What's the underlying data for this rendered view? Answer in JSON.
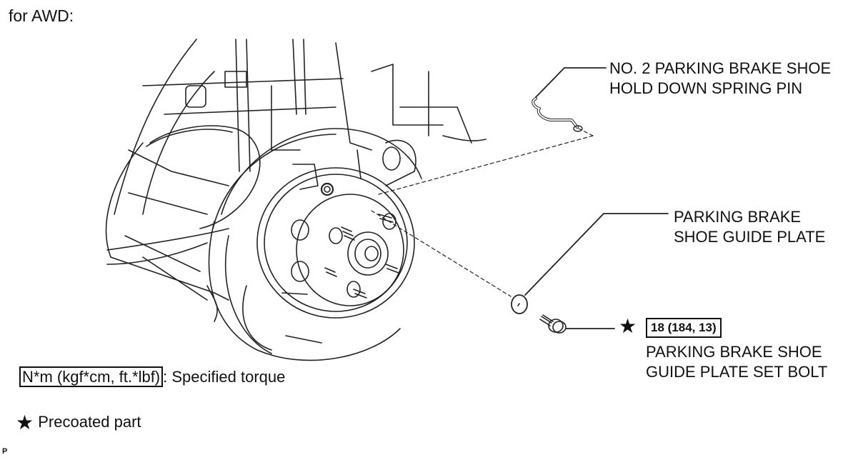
{
  "title": "for AWD:",
  "callouts": {
    "hold_down_pin": {
      "line1": "NO. 2 PARKING BRAKE SHOE",
      "line2": "HOLD DOWN SPRING PIN"
    },
    "guide_plate": {
      "line1": "PARKING BRAKE",
      "line2": "SHOE GUIDE PLATE"
    },
    "set_bolt": {
      "torque": "18 (184, 13)",
      "line1": "PARKING BRAKE SHOE",
      "line2": "GUIDE PLATE SET BOLT",
      "precoated_symbol": "★"
    }
  },
  "legend": {
    "torque_units": "N*m (kgf*cm, ft.*lbf)",
    "torque_desc": ": Specified torque",
    "star_symbol": "★",
    "star_desc": "Precoated part"
  },
  "corner_mark": "P"
}
